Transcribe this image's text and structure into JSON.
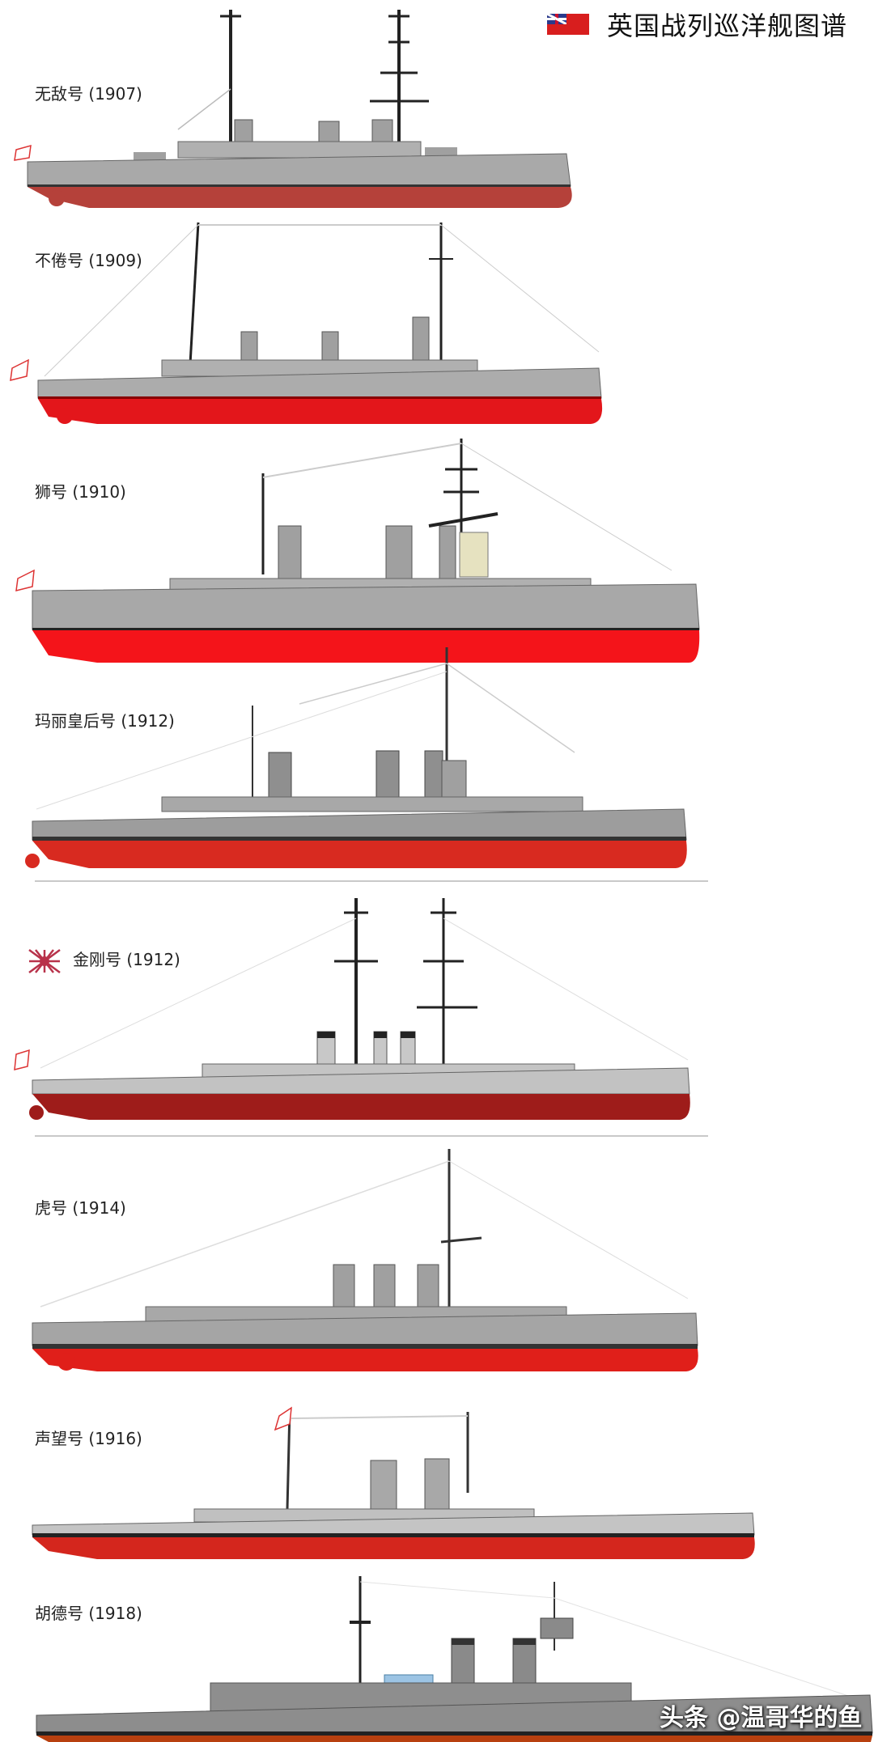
{
  "header": {
    "title": "英国战列巡洋舰图谱",
    "flag_icon": "red-ensign-flag-icon",
    "flag_color": "#d81e1e"
  },
  "ships": [
    {
      "name": "无敌号",
      "year": "(1907)",
      "label": "无敌号 (1907)",
      "hull_color": "#b5413a",
      "upper_color": "#a9a9a9"
    },
    {
      "name": "不倦号",
      "year": "(1909)",
      "label": "不倦号 (1909)",
      "hull_color": "#e3161b",
      "upper_color": "#acacac"
    },
    {
      "name": "狮号",
      "year": "(1910)",
      "label": "狮号 (1910)",
      "hull_color": "#f4141a",
      "upper_color": "#a8a8a8"
    },
    {
      "name": "玛丽皇后号",
      "year": "(1912)",
      "label": "玛丽皇后号 (1912)",
      "hull_color": "#d82a20",
      "upper_color": "#9d9d9d"
    },
    {
      "name": "金刚号",
      "year": "(1912)",
      "label": "金刚号 (1912)",
      "hull_color": "#9e1c1a",
      "upper_color": "#c2c2c2",
      "flag_icon": "rising-sun-flag-icon"
    },
    {
      "name": "虎号",
      "year": "(1914)",
      "label": "虎号 (1914)",
      "hull_color": "#e01f1a",
      "upper_color": "#a5a5a5"
    },
    {
      "name": "声望号",
      "year": "(1916)",
      "label": "声望号 (1916)",
      "hull_color": "#d4261d",
      "upper_color": "#c4c4c4"
    },
    {
      "name": "胡德号",
      "year": "(1918)",
      "label": "胡德号 (1918)",
      "hull_color": "#b8400f",
      "upper_color": "#8d8d8d"
    }
  ],
  "watermark": "头条 @温哥华的鱼"
}
